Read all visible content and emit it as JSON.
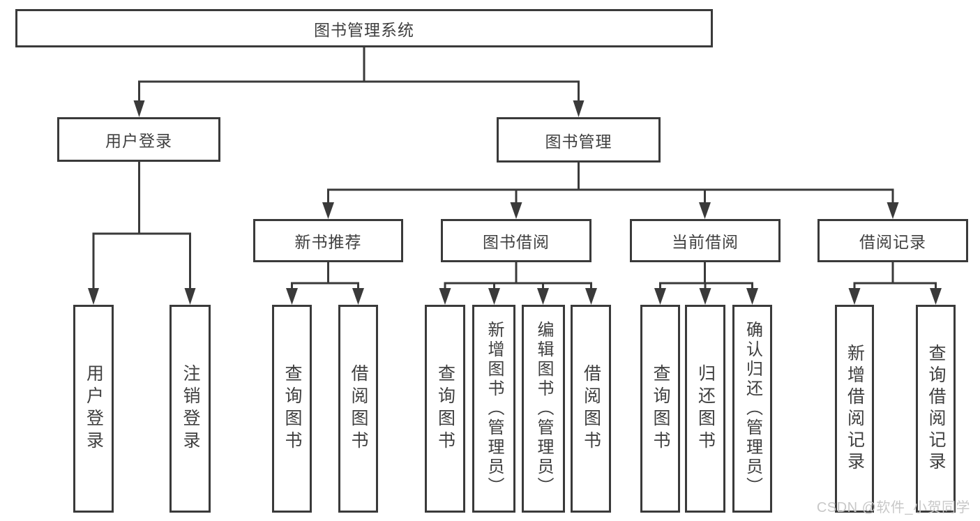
{
  "nodes": {
    "root": "图书管理系统",
    "level2": [
      "用户登录",
      "图书管理"
    ],
    "level3": [
      "新书推荐",
      "图书借阅",
      "当前借阅",
      "借阅记录"
    ],
    "leaves": [
      "用户登录",
      "注销登录",
      "查询图书",
      "借阅图书",
      "查询图书",
      "新增图书（管理员）",
      "编辑图书（管理员）",
      "借阅图书",
      "查询图书",
      "归还图书",
      "确认归还（管理员）",
      "新增借阅记录",
      "查询借阅记录"
    ]
  },
  "watermark": "CSDN @软件_小贺同学",
  "colors": {
    "line": "#3a3a3a",
    "border": "#3a3a3a",
    "text": "#3f3f3f",
    "watermark": "#c8c8c8",
    "background": "#ffffff"
  }
}
